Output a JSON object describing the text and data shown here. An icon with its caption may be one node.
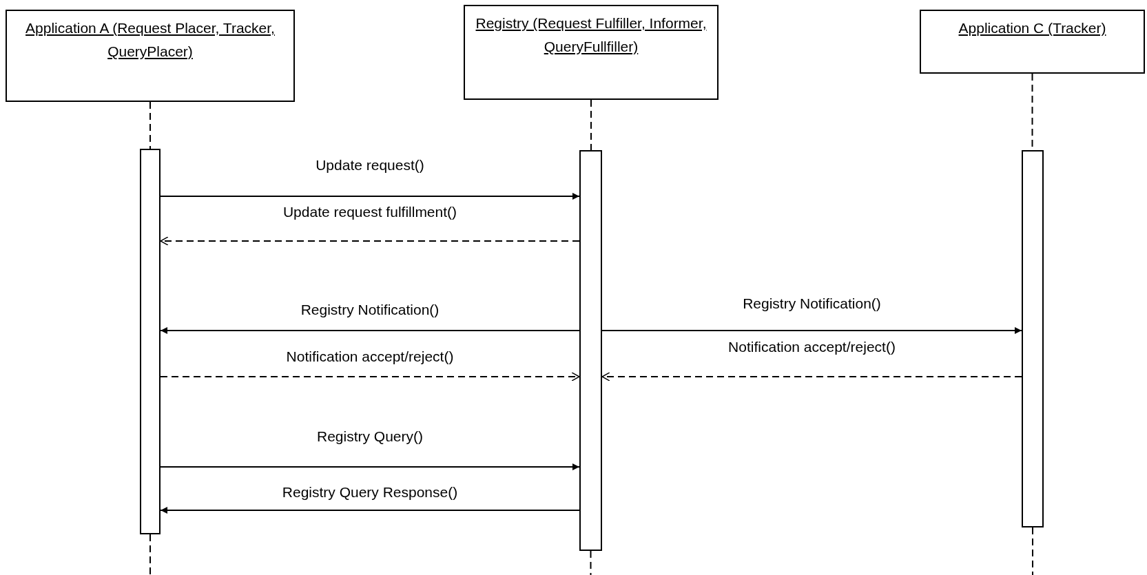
{
  "diagram": {
    "nodes": [
      {
        "text": [
          "Application  A (Request Placer, Tracker, QueryPlacer)"
        ]
      },
      {
        "text": [
          "Registry (Request Fulfiller, Informer, QueryFullfiller)"
        ]
      },
      {
        "text": [
          "Application  C (Tracker)"
        ]
      },
      {
        "text": [],
        "shape": "bar"
      },
      {
        "text": [],
        "shape": "bar"
      },
      {
        "text": [],
        "shape": "bar"
      }
    ],
    "edges": [
      {
        "from": 0,
        "to": 3,
        "arrow": "none",
        "style": "dashed"
      },
      {
        "from": 3,
        "to": null,
        "arrow": "none",
        "style": "dashed"
      },
      {
        "from": 1,
        "to": 4,
        "arrow": "none",
        "style": "dashed"
      },
      {
        "from": 4,
        "to": null,
        "arrow": "none",
        "style": "dashed"
      },
      {
        "from": 2,
        "to": 5,
        "arrow": "none",
        "style": "dashed"
      },
      {
        "from": 5,
        "to": null,
        "arrow": "none",
        "style": "dashed"
      },
      {
        "from": 3,
        "to": 4,
        "arrow": "to",
        "label": "Update request()"
      },
      {
        "from": 4,
        "to": 3,
        "arrow": "to",
        "style": "dashed",
        "label": "Update request fulfillment()"
      },
      {
        "from": 4,
        "to": 3,
        "arrow": "to",
        "label": "Registry Notification()"
      },
      {
        "from": 4,
        "to": 5,
        "arrow": "to",
        "label": "Registry Notification()"
      },
      {
        "from": 3,
        "to": 4,
        "arrow": "to",
        "style": "dashed",
        "label": "Notification accept/reject()"
      },
      {
        "from": 5,
        "to": 4,
        "arrow": "to",
        "style": "dashed",
        "label": "Notification accept/reject()"
      },
      {
        "from": 3,
        "to": 4,
        "arrow": "to",
        "label": "Registry Query()"
      },
      {
        "from": 4,
        "to": 3,
        "arrow": "to",
        "label": "Registry Query Response()"
      }
    ]
  }
}
